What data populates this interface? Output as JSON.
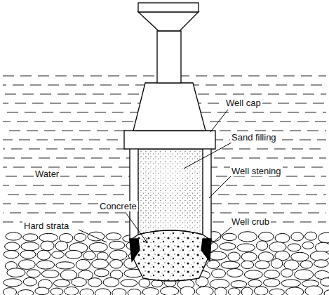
{
  "diagram": {
    "labels": [
      "Water",
      "Well cap",
      "Sand filling",
      "Well stening",
      "Well crub",
      "Concrete",
      "Hard strata"
    ]
  }
}
